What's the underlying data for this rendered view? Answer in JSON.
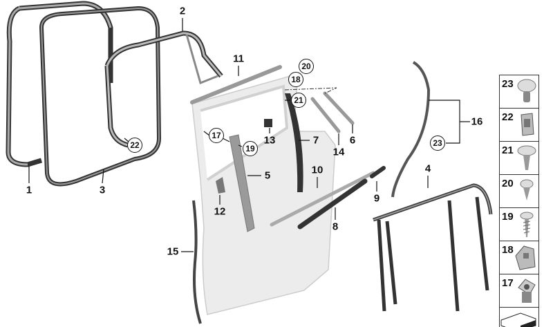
{
  "callouts": {
    "c1": "1",
    "c2": "2",
    "c3": "3",
    "c4": "4",
    "c5": "5",
    "c6": "6",
    "c7": "7",
    "c8": "8",
    "c9": "9",
    "c10": "10",
    "c11": "11",
    "c12": "12",
    "c13": "13",
    "c14": "14",
    "c15": "15",
    "c16": "16",
    "c17": "17",
    "c18": "18",
    "c19": "19",
    "c20": "20",
    "c21": "21",
    "c22": "22",
    "c23": "23"
  },
  "sidebar": [
    {
      "number": "23",
      "icon": "clip-rivet-icon"
    },
    {
      "number": "22",
      "icon": "spring-nut-icon"
    },
    {
      "number": "21",
      "icon": "expanding-rivet-icon"
    },
    {
      "number": "20",
      "icon": "torx-screw-short-icon"
    },
    {
      "number": "19",
      "icon": "tapping-screw-icon"
    },
    {
      "number": "18",
      "icon": "bracket-clip-icon"
    },
    {
      "number": "17",
      "icon": "clip-nut-icon"
    },
    {
      "number": "",
      "icon": "small-parts-kit-icon"
    }
  ]
}
